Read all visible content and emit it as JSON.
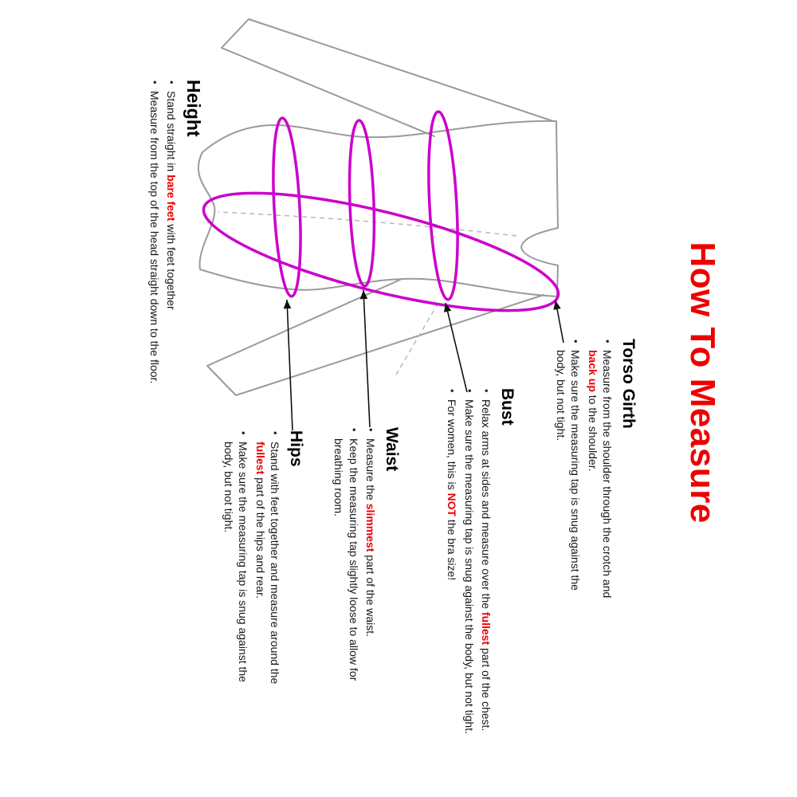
{
  "title": "How To Measure",
  "colors": {
    "accent_red": "#ee0000",
    "magenta": "#cc00cc",
    "outline_gray": "#9a9a9a",
    "dash_gray": "#b8b8b8",
    "ink": "#111111"
  },
  "sections": {
    "torso_girth": {
      "heading": "Torso Girth",
      "bullets": [
        {
          "pre": "Measure from the shoulder through the crotch and ",
          "red": "back up",
          "post": " to the shoulder."
        },
        {
          "pre": "Make sure the measuring tap is snug against the body, but not tight."
        }
      ]
    },
    "bust": {
      "heading": "Bust",
      "bullets": [
        {
          "pre": "Relax arms at sides and measure over the ",
          "red": "fullest",
          "post": " part of the chest."
        },
        {
          "pre": "Make sure the measuring tap is snug against the body, but not tight."
        },
        {
          "pre": "For women, this is ",
          "red": "NOT",
          "post": " the bra size!"
        }
      ]
    },
    "waist": {
      "heading": "Waist",
      "bullets": [
        {
          "pre": "Measure the ",
          "red": "slimmest",
          "post": " part of the waist."
        },
        {
          "pre": "Keep the measuring tap slightly loose to allow for breathing room."
        }
      ]
    },
    "hips": {
      "heading": "Hips",
      "bullets": [
        {
          "pre": "Stand with feet together and measure around the ",
          "red": "fullest",
          "post": " part of the hips and rear."
        },
        {
          "pre": "Make sure the measuring tap is snug against the body, but not tight."
        }
      ]
    },
    "height": {
      "heading": "Height",
      "bullets": [
        {
          "pre": "Stand straight in ",
          "red": "bare feet",
          "post": " with feet together"
        },
        {
          "pre": "Measure from the top of the head straight down to the floor."
        }
      ]
    }
  }
}
